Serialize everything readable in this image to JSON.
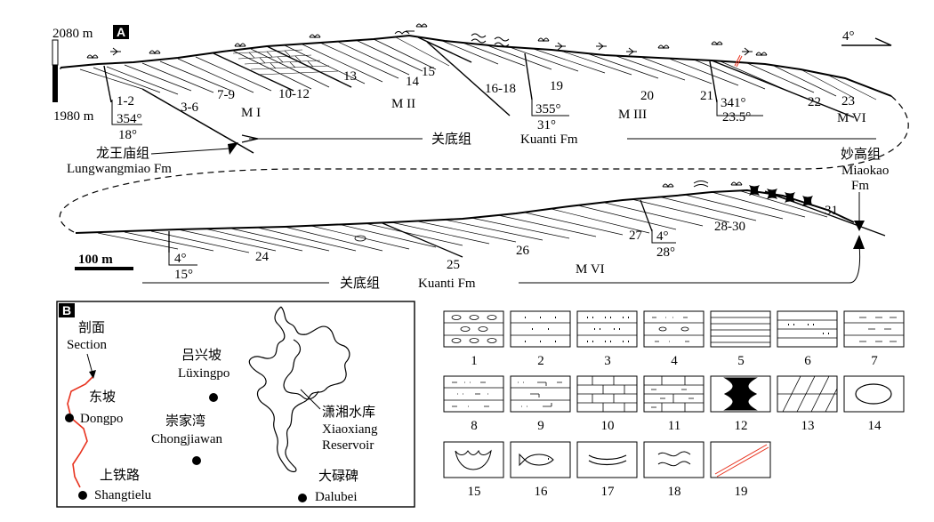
{
  "panel_a": {
    "letter": "A",
    "elev_top": "2080 m",
    "elev_bottom": "1980 m",
    "dip_dir": "4°",
    "scale_bar": "100 m",
    "kuanti_cn": "关底组",
    "kuanti_en": "Kuanti Fm",
    "lungwangmiao_cn": "龙王庙组",
    "lungwangmiao_en": "Lungwangmiao Fm",
    "miaokao_cn": "妙高组",
    "miaokao_en1": "Miaokao",
    "miaokao_en2": "Fm",
    "beds": [
      "1-2",
      "3-6",
      "7-9",
      "10-12",
      "13",
      "14",
      "15",
      "16-18",
      "19",
      "20",
      "21",
      "22",
      "23",
      "24",
      "25",
      "26",
      "27",
      "28-30",
      "31"
    ],
    "members": [
      "M I",
      "M II",
      "M III",
      "M VI",
      "M VI"
    ],
    "attitudes": [
      {
        "dir": "354°",
        "dip": "18°"
      },
      {
        "dir": "355°",
        "dip": "31°"
      },
      {
        "dir": "341°",
        "dip": "23.5°"
      },
      {
        "dir": "4°",
        "dip": "15°"
      },
      {
        "dir": "4°",
        "dip": "28°"
      }
    ]
  },
  "panel_b": {
    "letter": "B",
    "section_cn": "剖面",
    "section_en": "Section",
    "places": [
      {
        "cn": "东坡",
        "en": "Dongpo"
      },
      {
        "cn": "吕兴坡",
        "en": "Lüxingpo"
      },
      {
        "cn": "崇家湾",
        "en": "Chongjiawan"
      },
      {
        "cn": "上铁路",
        "en": "Shangtielu"
      },
      {
        "cn": "大碌碑",
        "en": "Dalubei"
      }
    ],
    "reservoir_cn": "潇湘水库",
    "reservoir_en1": "Xiaoxiang",
    "reservoir_en2": "Reservoir",
    "section_color": "#e8321e"
  },
  "legend": {
    "items": [
      "1",
      "2",
      "3",
      "4",
      "5",
      "6",
      "7",
      "8",
      "9",
      "10",
      "11",
      "12",
      "13",
      "14",
      "15",
      "16",
      "17",
      "18",
      "19"
    ]
  }
}
